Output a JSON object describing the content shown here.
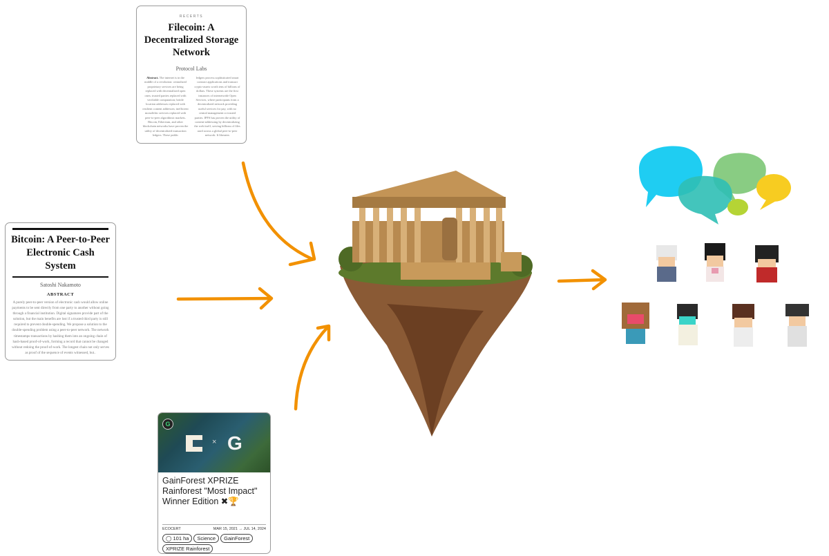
{
  "filecoin_card": {
    "kicker": "RECERTS",
    "title": "Filecoin: A Decentralized Storage Network",
    "author": "Protocol Labs",
    "abstract_label": "Abstract.",
    "abstract_col1": "The internet is in the middle of a revolution: centralized proprietary services are being replaced with decentralized open ones; trusted parties replaced with verifiable computation; brittle location addresses replaced with resilient content addresses; inefficient monolithic services replaced with peer-to-peer algorithmic markets. Bitcoin, Ethereum, and other blockchain networks have proven the utility of decentralized transaction ledgers. These public",
    "abstract_col2": "ledgers process sophisticated smart contract applications and transact crypto-assets worth tens of billions of dollars. These systems are the first instances of internetwide Open Services, where participants form a decentralized network providing useful services for pay, with no central management or trusted parties. IPFS has proven the utility of content-addressing by decentralizing the web itself, serving billions of files used across a global peer-to-peer network. It liberates"
  },
  "bitcoin_card": {
    "title": "Bitcoin: A Peer-to-Peer Electronic Cash System",
    "author": "Satoshi Nakamoto",
    "abstract_heading": "ABSTRACT",
    "abstract": "A purely peer-to-peer version of electronic cash would allow online payments to be sent directly from one party to another without going through a financial institution. Digital signatures provide part of the solution, but the main benefits are lost if a trusted third party is still required to prevent double-spending. We propose a solution to the double-spending problem using a peer-to-peer network. The network timestamps transactions by hashing them into an ongoing chain of hash-based proof-of-work, forming a record that cannot be changed without redoing the proof-of-work. The longest chain not only serves as proof of the sequence of events witnessed, but.."
  },
  "gainforest_card": {
    "logo_separator": "×",
    "title": "GainForest XPRIZE Rainforest \"Most Impact\" Winner Edition ✖🏆",
    "issuer": "ECOCERT",
    "date_range": "MAR 15, 2021 → JUL 14, 2024",
    "tags": [
      "◯ 101 ha",
      "Science",
      "GainForest",
      "XPRIZE Rainforest"
    ]
  },
  "colors": {
    "arrow": "#f29100",
    "bubble_blue": "#1fcdf2",
    "bubble_green": "#7cc776",
    "bubble_teal": "#2fbfb5",
    "bubble_yellow": "#f7cc21"
  }
}
